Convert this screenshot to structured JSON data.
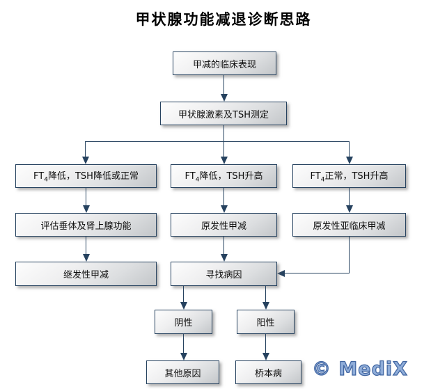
{
  "title": "甲状腺功能减退诊断思路",
  "nodes": {
    "clinical": {
      "label": "甲减的临床表现"
    },
    "measure": {
      "label": "甲状腺激素及TSH测定"
    },
    "ft4_low_tsh_low": {
      "pre": "FT",
      "sub": "4",
      "post": "降低，TSH降低或正常"
    },
    "ft4_low_tsh_high": {
      "pre": "FT",
      "sub": "4",
      "post": "降低，TSH升高"
    },
    "ft4_normal_tsh_high": {
      "pre": "FT",
      "sub": "4",
      "post": "正常，TSH升高"
    },
    "evaluate_pituitary": {
      "label": "评估垂体及肾上腺功能"
    },
    "primary_hypothyroidism": {
      "label": "原发性甲减"
    },
    "subclinical_hypothyroidism": {
      "label": "原发性亚临床甲减"
    },
    "secondary_hypothyroidism": {
      "label": "继发性甲减"
    },
    "find_cause": {
      "label": "寻找病因"
    },
    "negative": {
      "label": "阴性"
    },
    "positive": {
      "label": "阳性"
    },
    "other_causes": {
      "label": "其他原因"
    },
    "hashimoto": {
      "label": "桥本病"
    }
  },
  "watermark": {
    "text": "© MediX"
  },
  "colors": {
    "connector": "#26425f",
    "box_border": "#26425f",
    "box_fill_top": "#fdfdfd",
    "box_fill_bottom": "#c3c6c9",
    "watermark_fill": "#8fadd9",
    "watermark_stroke": "#3f64a0",
    "title_text": "#000000"
  }
}
